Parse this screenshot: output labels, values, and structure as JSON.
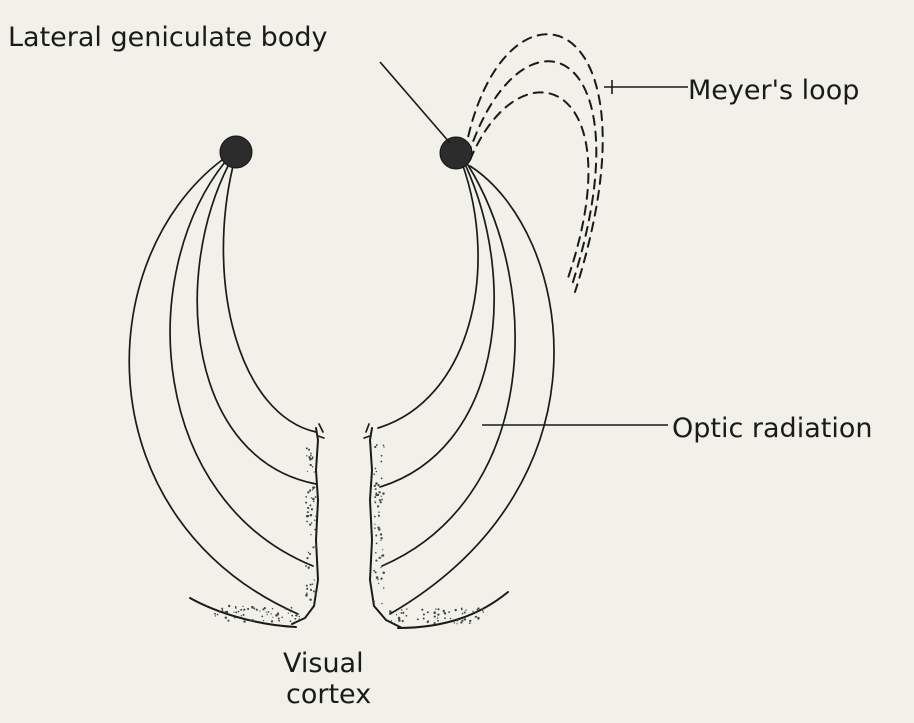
{
  "labels": {
    "lgn": "Lateral geniculate body",
    "meyer": "Meyer's loop",
    "optic_radiation": "Optic radiation",
    "visual_cortex_line1": "Visual",
    "visual_cortex_line2": "cortex"
  }
}
